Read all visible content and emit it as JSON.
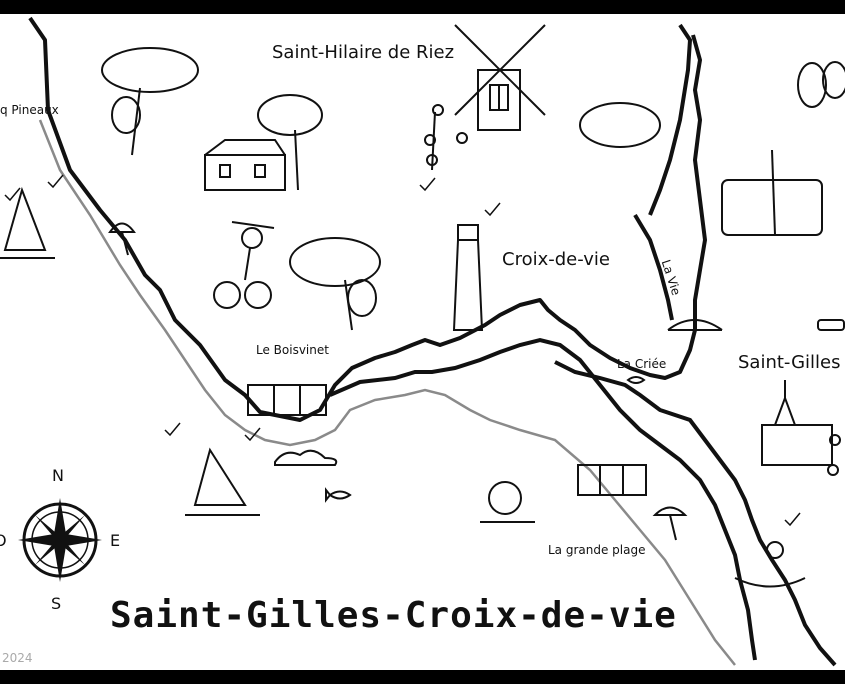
{
  "map": {
    "title": "Saint-Gilles-Croix-de-vie",
    "year_mark": "2024",
    "colors": {
      "ink": "#111111",
      "coast_gray": "#8a8a8a",
      "frame": "#000000",
      "background": "#ffffff"
    },
    "places": {
      "saint_hilaire": "Saint-Hilaire de Riez",
      "cinq_pineaux": "q Pineaux",
      "croix_de_vie": "Croix-de-vie",
      "le_boisvinet": "Le Boisvinet",
      "la_criee": "La Criée",
      "saint_gilles": "Saint-Gilles",
      "la_grande_plage": "La grande plage",
      "la_vie": "La Vie"
    },
    "compass": {
      "north": "N",
      "south": "S",
      "east": "E",
      "west": "O"
    },
    "icons": [
      "windmill-icon",
      "lighthouse-icon",
      "house-icon",
      "tree-icon",
      "sailboat-icon",
      "cyclist-icon",
      "beach-huts-icon",
      "parasol-icon",
      "church-icon",
      "sardine-tin-icon",
      "brioche-icon",
      "kayak-icon",
      "fish-icon",
      "flower-icon",
      "bridge-icon",
      "car-icon",
      "cloud-icon",
      "compass-rose-icon",
      "checkmark-icon",
      "girl-reading-icon"
    ]
  }
}
